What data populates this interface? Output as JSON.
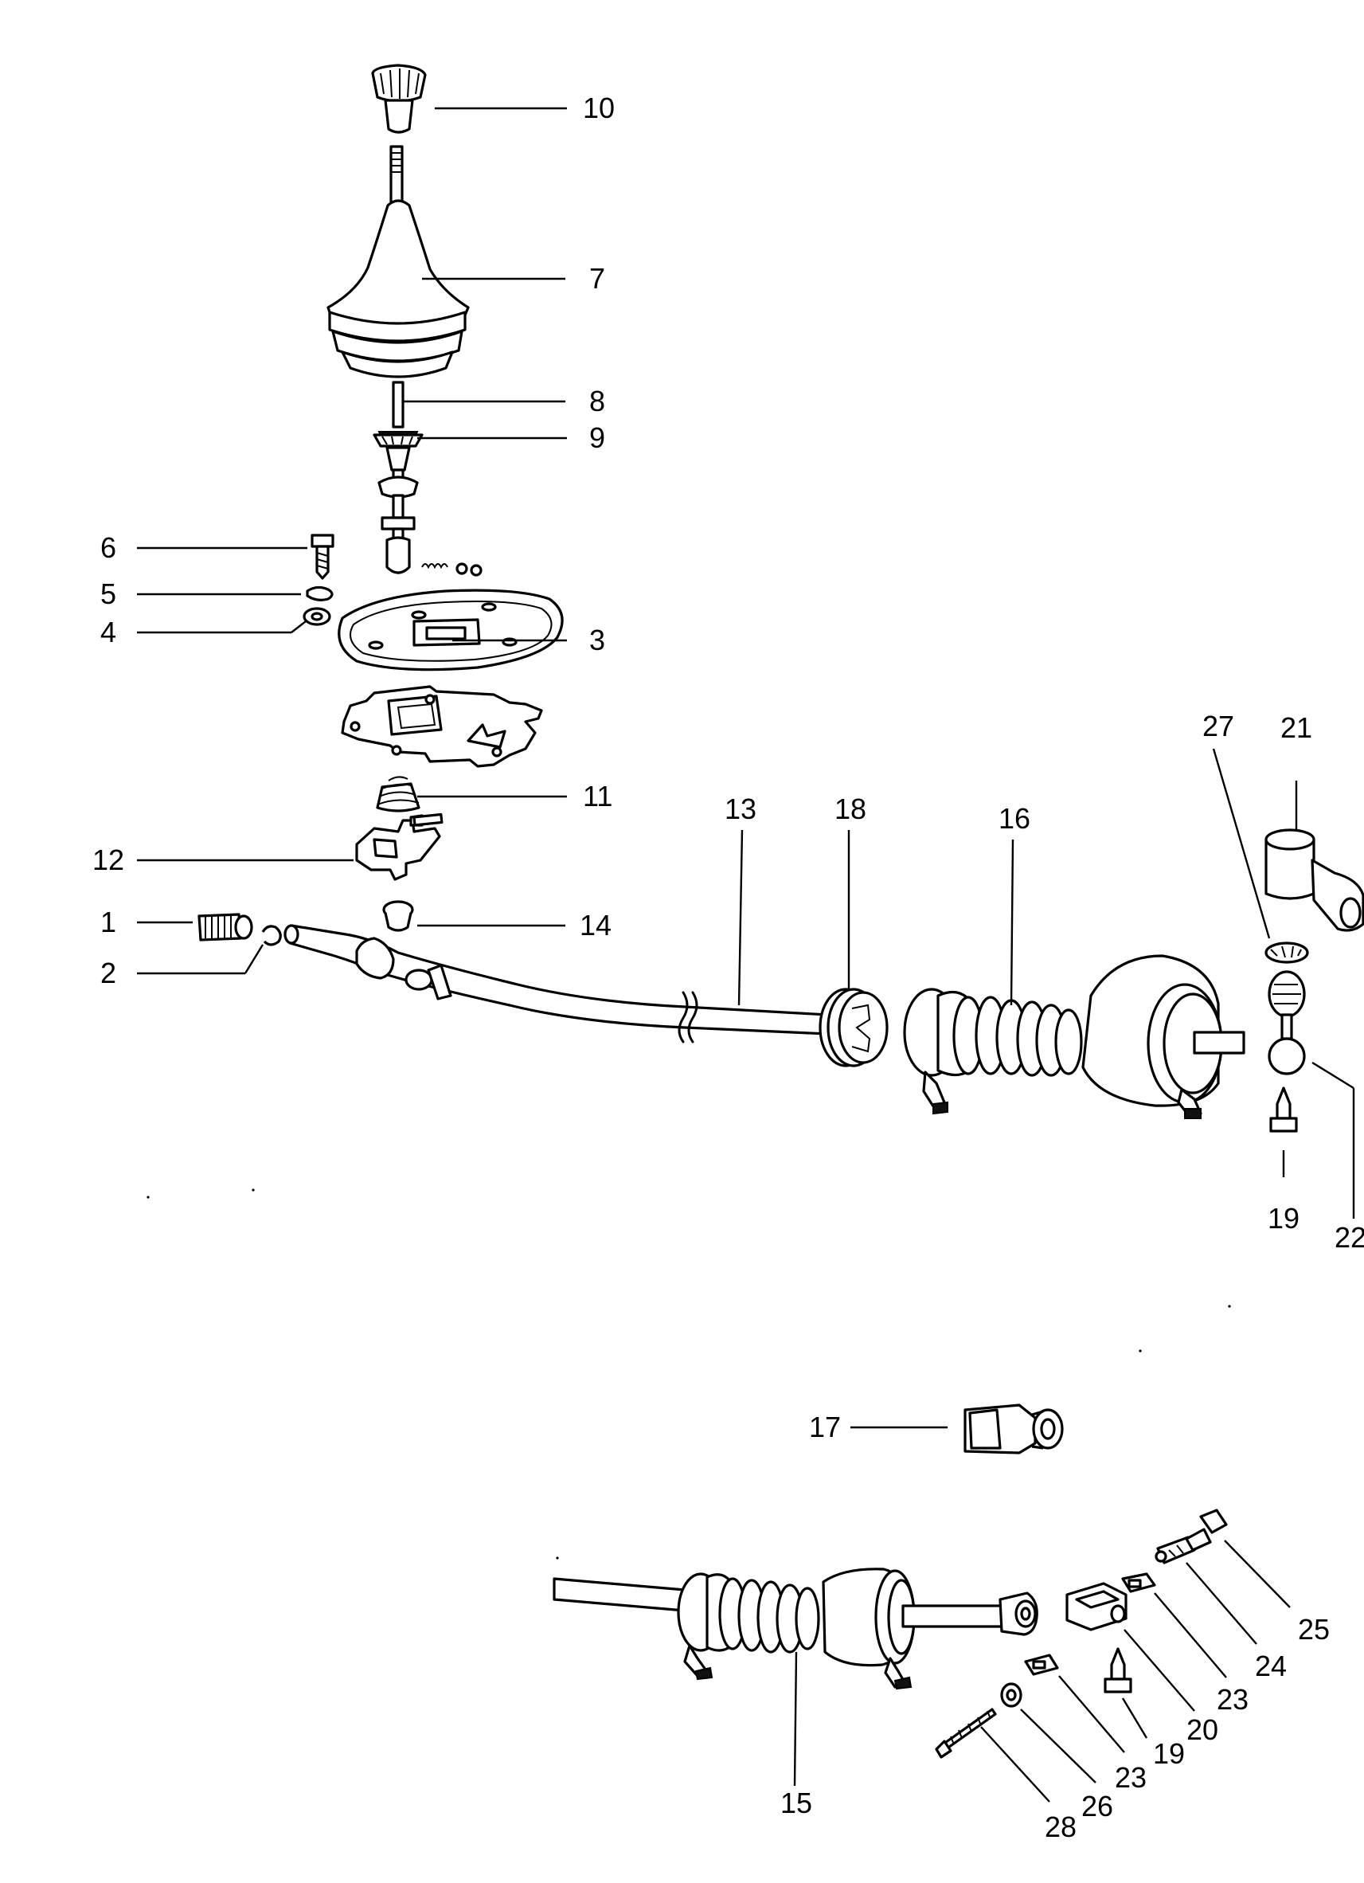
{
  "callouts": [
    {
      "id": "c1",
      "text": "1"
    },
    {
      "id": "c2",
      "text": "2"
    },
    {
      "id": "c3",
      "text": "3"
    },
    {
      "id": "c4",
      "text": "4"
    },
    {
      "id": "c5",
      "text": "5"
    },
    {
      "id": "c6",
      "text": "6"
    },
    {
      "id": "c7",
      "text": "7"
    },
    {
      "id": "c8",
      "text": "8"
    },
    {
      "id": "c9",
      "text": "9"
    },
    {
      "id": "c10",
      "text": "10"
    },
    {
      "id": "c11",
      "text": "11"
    },
    {
      "id": "c12",
      "text": "12"
    },
    {
      "id": "c13",
      "text": "13"
    },
    {
      "id": "c14",
      "text": "14"
    },
    {
      "id": "c15",
      "text": "15"
    },
    {
      "id": "c16",
      "text": "16"
    },
    {
      "id": "c17",
      "text": "17"
    },
    {
      "id": "c18",
      "text": "18"
    },
    {
      "id": "c19a",
      "text": "19"
    },
    {
      "id": "c19b",
      "text": "19"
    },
    {
      "id": "c20",
      "text": "20"
    },
    {
      "id": "c21",
      "text": "21"
    },
    {
      "id": "c22",
      "text": "22"
    },
    {
      "id": "c23a",
      "text": "23"
    },
    {
      "id": "c23b",
      "text": "23"
    },
    {
      "id": "c24",
      "text": "24"
    },
    {
      "id": "c25",
      "text": "25"
    },
    {
      "id": "c26",
      "text": "26"
    },
    {
      "id": "c27",
      "text": "27"
    },
    {
      "id": "c28",
      "text": "28"
    }
  ]
}
